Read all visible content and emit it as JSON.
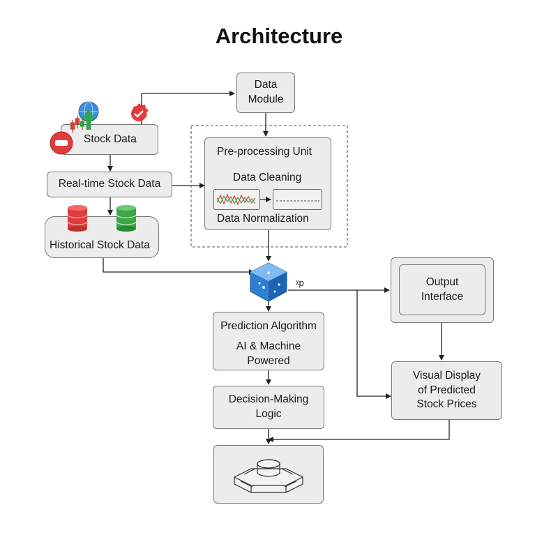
{
  "title": "Architecture",
  "nodes": {
    "data_module": "Data\nModule",
    "stock_data": "Stock Data",
    "realtime_stock_data": "Real-time Stock Data",
    "historical_stock_data": "Historical Stock Data",
    "preprocessing_unit": "Pre-processing Unit",
    "data_cleaning": "Data Cleaning",
    "data_normalization": "Data Normalization",
    "model_label": "ᵡp",
    "prediction_algorithm": "Prediction Algorithm",
    "ai_machine_powered": "AI & Machine\nPowered",
    "decision_making_logic": "Decision-Making\nLogic",
    "output_interface": "Output\nInterface",
    "visual_display": "Visual Display\nof Predicted\nStock Prices"
  },
  "colors": {
    "node_fill": "#ececec",
    "node_border": "#777777",
    "arrow": "#222222",
    "cylinder_red": "#e03c3c",
    "cylinder_green": "#3aa845",
    "cube_blue": "#2f7fd1",
    "icon_red": "#e23b3b"
  },
  "icons": [
    "stock-icon-cluster",
    "red-cylinder-icon",
    "green-cylinder-icon",
    "cube-icon",
    "storage-device-icon",
    "line-chart-icon"
  ]
}
